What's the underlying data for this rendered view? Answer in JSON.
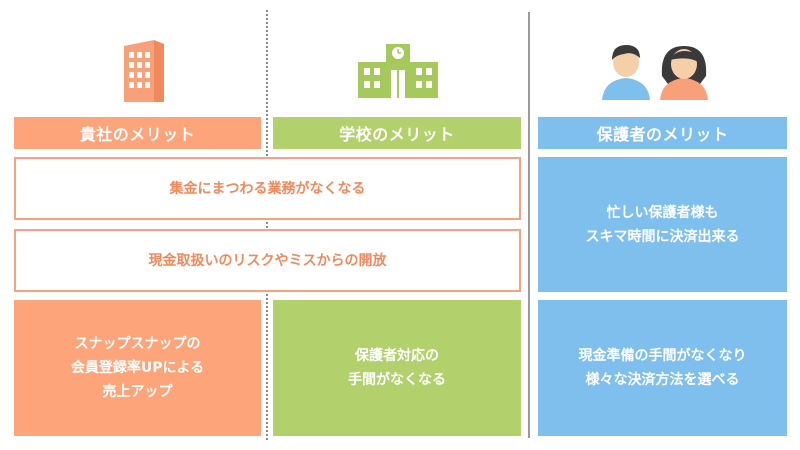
{
  "columns": {
    "company": {
      "header": "貴社のメリット"
    },
    "school": {
      "header": "学校のメリット"
    },
    "parents": {
      "header": "保護者のメリット"
    }
  },
  "shared": {
    "row1": "集金にまつわる業務がなくなる",
    "row2": "現金取扱いのリスクやミスからの開放"
  },
  "company_box": {
    "lines": [
      "スナップスナップの",
      "会員登録率UPによる",
      "売上アップ"
    ]
  },
  "school_box": {
    "lines": [
      "保護者対応の",
      "手間がなくなる"
    ]
  },
  "parents_box1": {
    "lines": [
      "忙しい保護者様も",
      "スキマ時間に決済出来る"
    ]
  },
  "parents_box2": {
    "lines": [
      "現金準備の手間がなくなり",
      "様々な決済方法を選べる"
    ]
  },
  "icons": {
    "company": "office-building-icon",
    "school": "school-building-icon",
    "parents": "parents-icon"
  },
  "colors": {
    "orange": "#fda47a",
    "orange_text": "#f08a5d",
    "green": "#b2d16c",
    "blue": "#7fbfee"
  }
}
